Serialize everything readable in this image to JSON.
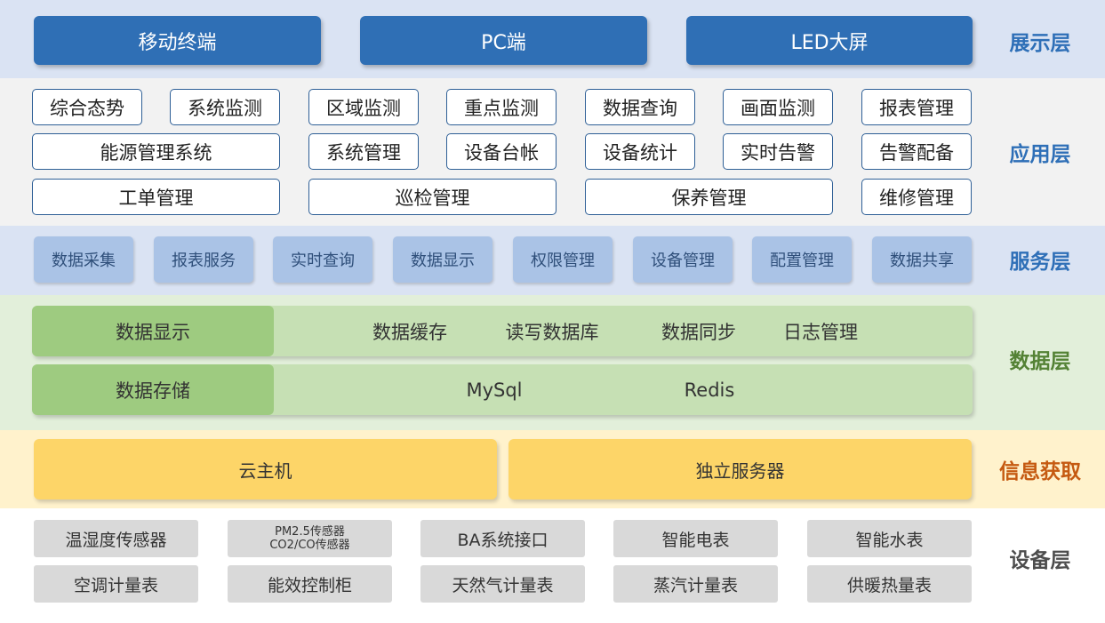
{
  "layers": {
    "display": {
      "label": "展示层",
      "items": [
        "移动终端",
        "PC端",
        "LED大屏"
      ]
    },
    "application": {
      "label": "应用层",
      "row1": [
        "综合态势",
        "系统监测",
        "区域监测",
        "重点监测",
        "数据查询",
        "画面监测",
        "报表管理"
      ],
      "row2": [
        "能源管理系统",
        "系统管理",
        "设备台帐",
        "设备统计",
        "实时告警",
        "告警配备"
      ],
      "row3": [
        "工单管理",
        "巡检管理",
        "保养管理",
        "维修管理"
      ]
    },
    "service": {
      "label": "服务层",
      "items": [
        "数据采集",
        "报表服务",
        "实时查询",
        "数据显示",
        "权限管理",
        "设备管理",
        "配置管理",
        "数据共享"
      ]
    },
    "data": {
      "label": "数据层",
      "row1": {
        "head": "数据显示",
        "items": [
          "数据缓存",
          "读写数据库",
          "数据同步",
          "日志管理"
        ]
      },
      "row2": {
        "head": "数据存储",
        "items": [
          "MySql",
          "Redis"
        ]
      }
    },
    "info": {
      "label": "信息获取",
      "items": [
        "云主机",
        "独立服务器"
      ]
    },
    "device": {
      "label": "设备层",
      "row1": [
        "温湿度传感器",
        "PM2.5传感器",
        "CO2/CO传感器",
        "BA系统接口",
        "智能电表",
        "智能水表"
      ],
      "row2": [
        "空调计量表",
        "能效控制柜",
        "天然气计量表",
        "蒸汽计量表",
        "供暖热量表"
      ]
    }
  },
  "colors": {
    "display_band": "#dae3f3",
    "display_box": "#2f6fb5",
    "app_band": "#f2f2f2",
    "service_band": "#dae3f3",
    "service_box": "#aac3e6",
    "data_band": "#e2efda",
    "data_box": "#c6e0b4",
    "data_head": "#9ecb80",
    "info_band": "#fff2cc",
    "info_box": "#fdd568",
    "device_box": "#d9d9d9",
    "label_blue": "#2e6fb7",
    "label_green": "#548235",
    "label_orange": "#c55a11",
    "label_dark": "#4d4d4d"
  }
}
